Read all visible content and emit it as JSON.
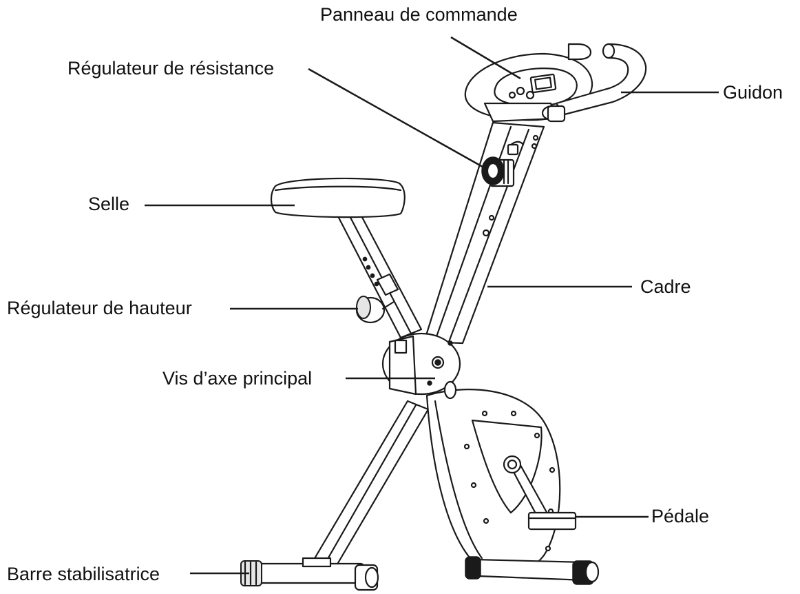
{
  "labels": {
    "panneau": "Panneau de commande",
    "regulateur_resistance": "Régulateur de résistance",
    "guidon": "Guidon",
    "selle": "Selle",
    "cadre": "Cadre",
    "regulateur_hauteur": "Régulateur de hauteur",
    "vis_axe": "Vis d’axe principal",
    "pedale": "Pédale",
    "barre": "Barre stabilisatrice"
  },
  "colors": {
    "line": "#1a1a1a",
    "background": "#ffffff"
  }
}
